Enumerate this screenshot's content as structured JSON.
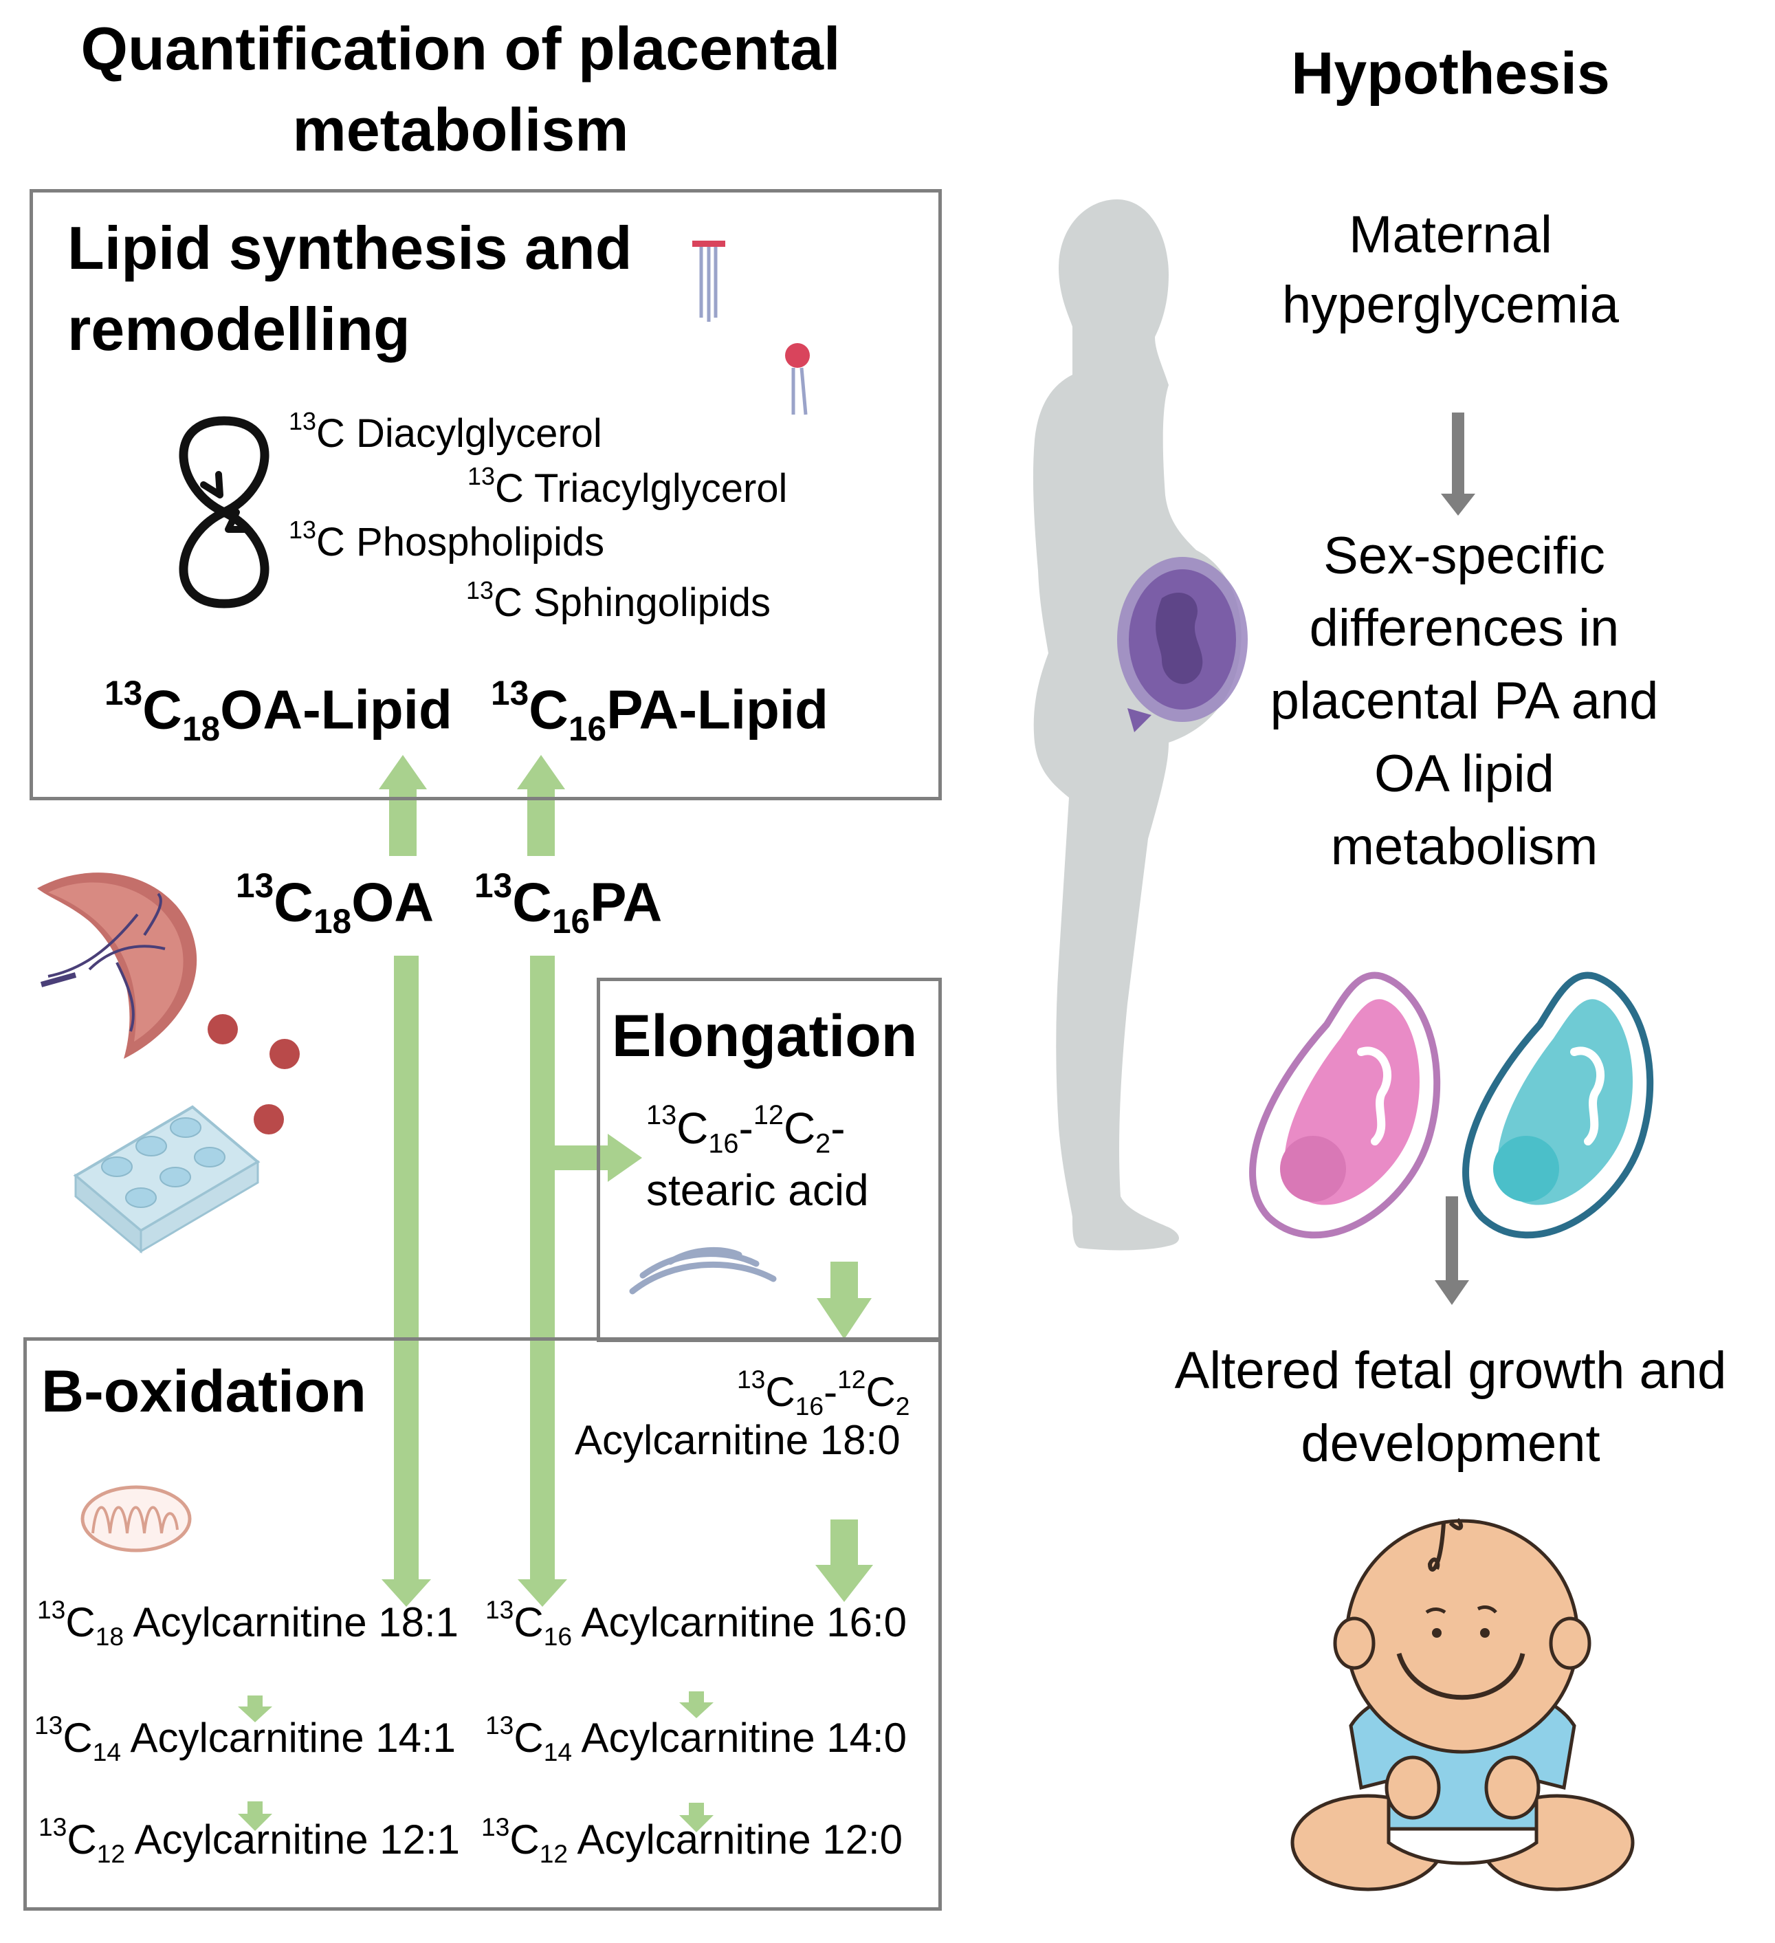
{
  "left_title_line1": "Quantification of placental",
  "left_title_line2": "metabolism",
  "right_title": "Hypothesis",
  "colors": {
    "arrow_green": "#a9d18e",
    "arrow_gray": "#7f7f7f",
    "box_border": "#7f7f7f",
    "female_pink": "#d978b6",
    "male_teal": "#4bbfc9",
    "fetus_purple": "#7b5ea7",
    "silhouette": "#d0d4d4"
  },
  "lipid_box": {
    "title_line1": "Lipid synthesis and",
    "title_line2": "remodelling",
    "icon": "infinity-cycle-icon",
    "iso": "13",
    "c": "C",
    "diacylglycerol": "Diacylglycerol",
    "triacylglycerol": "Triacylglycerol",
    "phospholipids": "Phospholipids",
    "sphingolipids": "Sphingolipids",
    "oa_lipid_sub": "18",
    "oa_lipid_rest": "OA-Lipid",
    "pa_lipid_sub": "16",
    "pa_lipid_rest": "PA-Lipid"
  },
  "tracers": {
    "oa_sub": "18",
    "oa_rest": "OA",
    "pa_sub": "16",
    "pa_rest": "PA"
  },
  "elongation": {
    "title": "Elongation",
    "c16": "16",
    "iso12": "12",
    "c2": "2",
    "dash": "-",
    "line2": "stearic acid"
  },
  "boxidation": {
    "title": "B-oxidation",
    "elong_carn_line2": "Acylcarnitine 18:0",
    "oa_items": [
      {
        "sub": "18",
        "label": "Acylcarnitine 18:1"
      },
      {
        "sub": "14",
        "label": "Acylcarnitine 14:1"
      },
      {
        "sub": "12",
        "label": "Acylcarnitine 12:1"
      }
    ],
    "pa_items": [
      {
        "sub": "16",
        "label": "Acylcarnitine 16:0"
      },
      {
        "sub": "14",
        "label": "Acylcarnitine 14:0"
      },
      {
        "sub": "12",
        "label": "Acylcarnitine 12:0"
      }
    ]
  },
  "hypothesis": {
    "step1_line1": "Maternal",
    "step1_line2": "hyperglycemia",
    "step2_line1": "Sex-specific",
    "step2_line2": "differences in",
    "step2_line3": "placental PA and",
    "step2_line4": "OA lipid",
    "step2_line5": "metabolism",
    "step3_line1": "Altered fetal growth and",
    "step3_line2": "development"
  }
}
